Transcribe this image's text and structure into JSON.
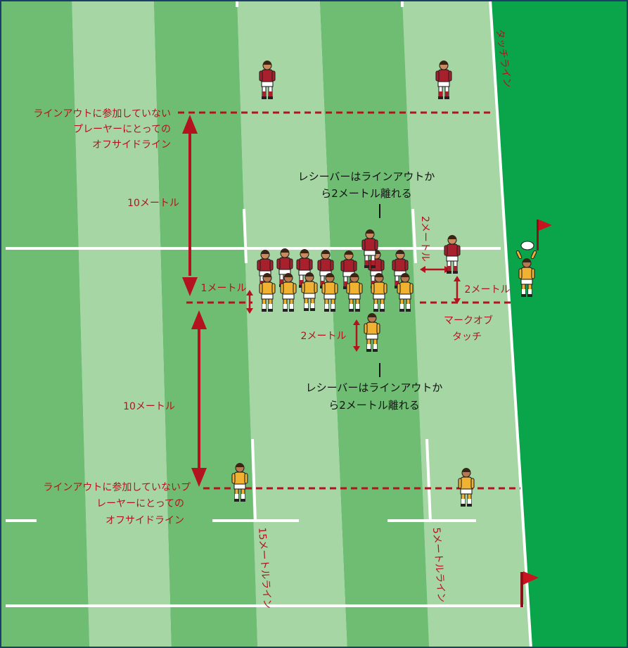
{
  "labels": {
    "touchline": "タッチライン",
    "offside_top": [
      "ラインアウトに参加していない",
      "プレーヤーにとっての",
      "オフサイドライン"
    ],
    "offside_bottom": [
      "ラインアウトに参加していないプ",
      "レーヤーにとっての",
      "オフサイドライン"
    ],
    "ten_m_top": "10メートル",
    "ten_m_bottom": "10メートル",
    "one_m": "1メートル",
    "two_m_receiver": "2メートル",
    "two_m_touch": "2メートル",
    "two_m_thrower": "2メートル",
    "mark_of_touch": [
      "マークオブ",
      "タッチ"
    ],
    "receiver_top": [
      "レシーバーはラインアウトか",
      "ら2メートル離れる"
    ],
    "receiver_bottom": [
      "レシーバーはラインアウトか",
      "ら2メートル離れる"
    ],
    "line_15m": "15メートルライン",
    "line_5m": "5メートルライン"
  },
  "colors": {
    "grass_dark": "#6fbd73",
    "grass_light": "#a6d6a4",
    "out_of_play": "#0aa54a",
    "team_red": "#a8202b",
    "team_yellow": "#f0b230",
    "annotation": "#b3121f"
  }
}
